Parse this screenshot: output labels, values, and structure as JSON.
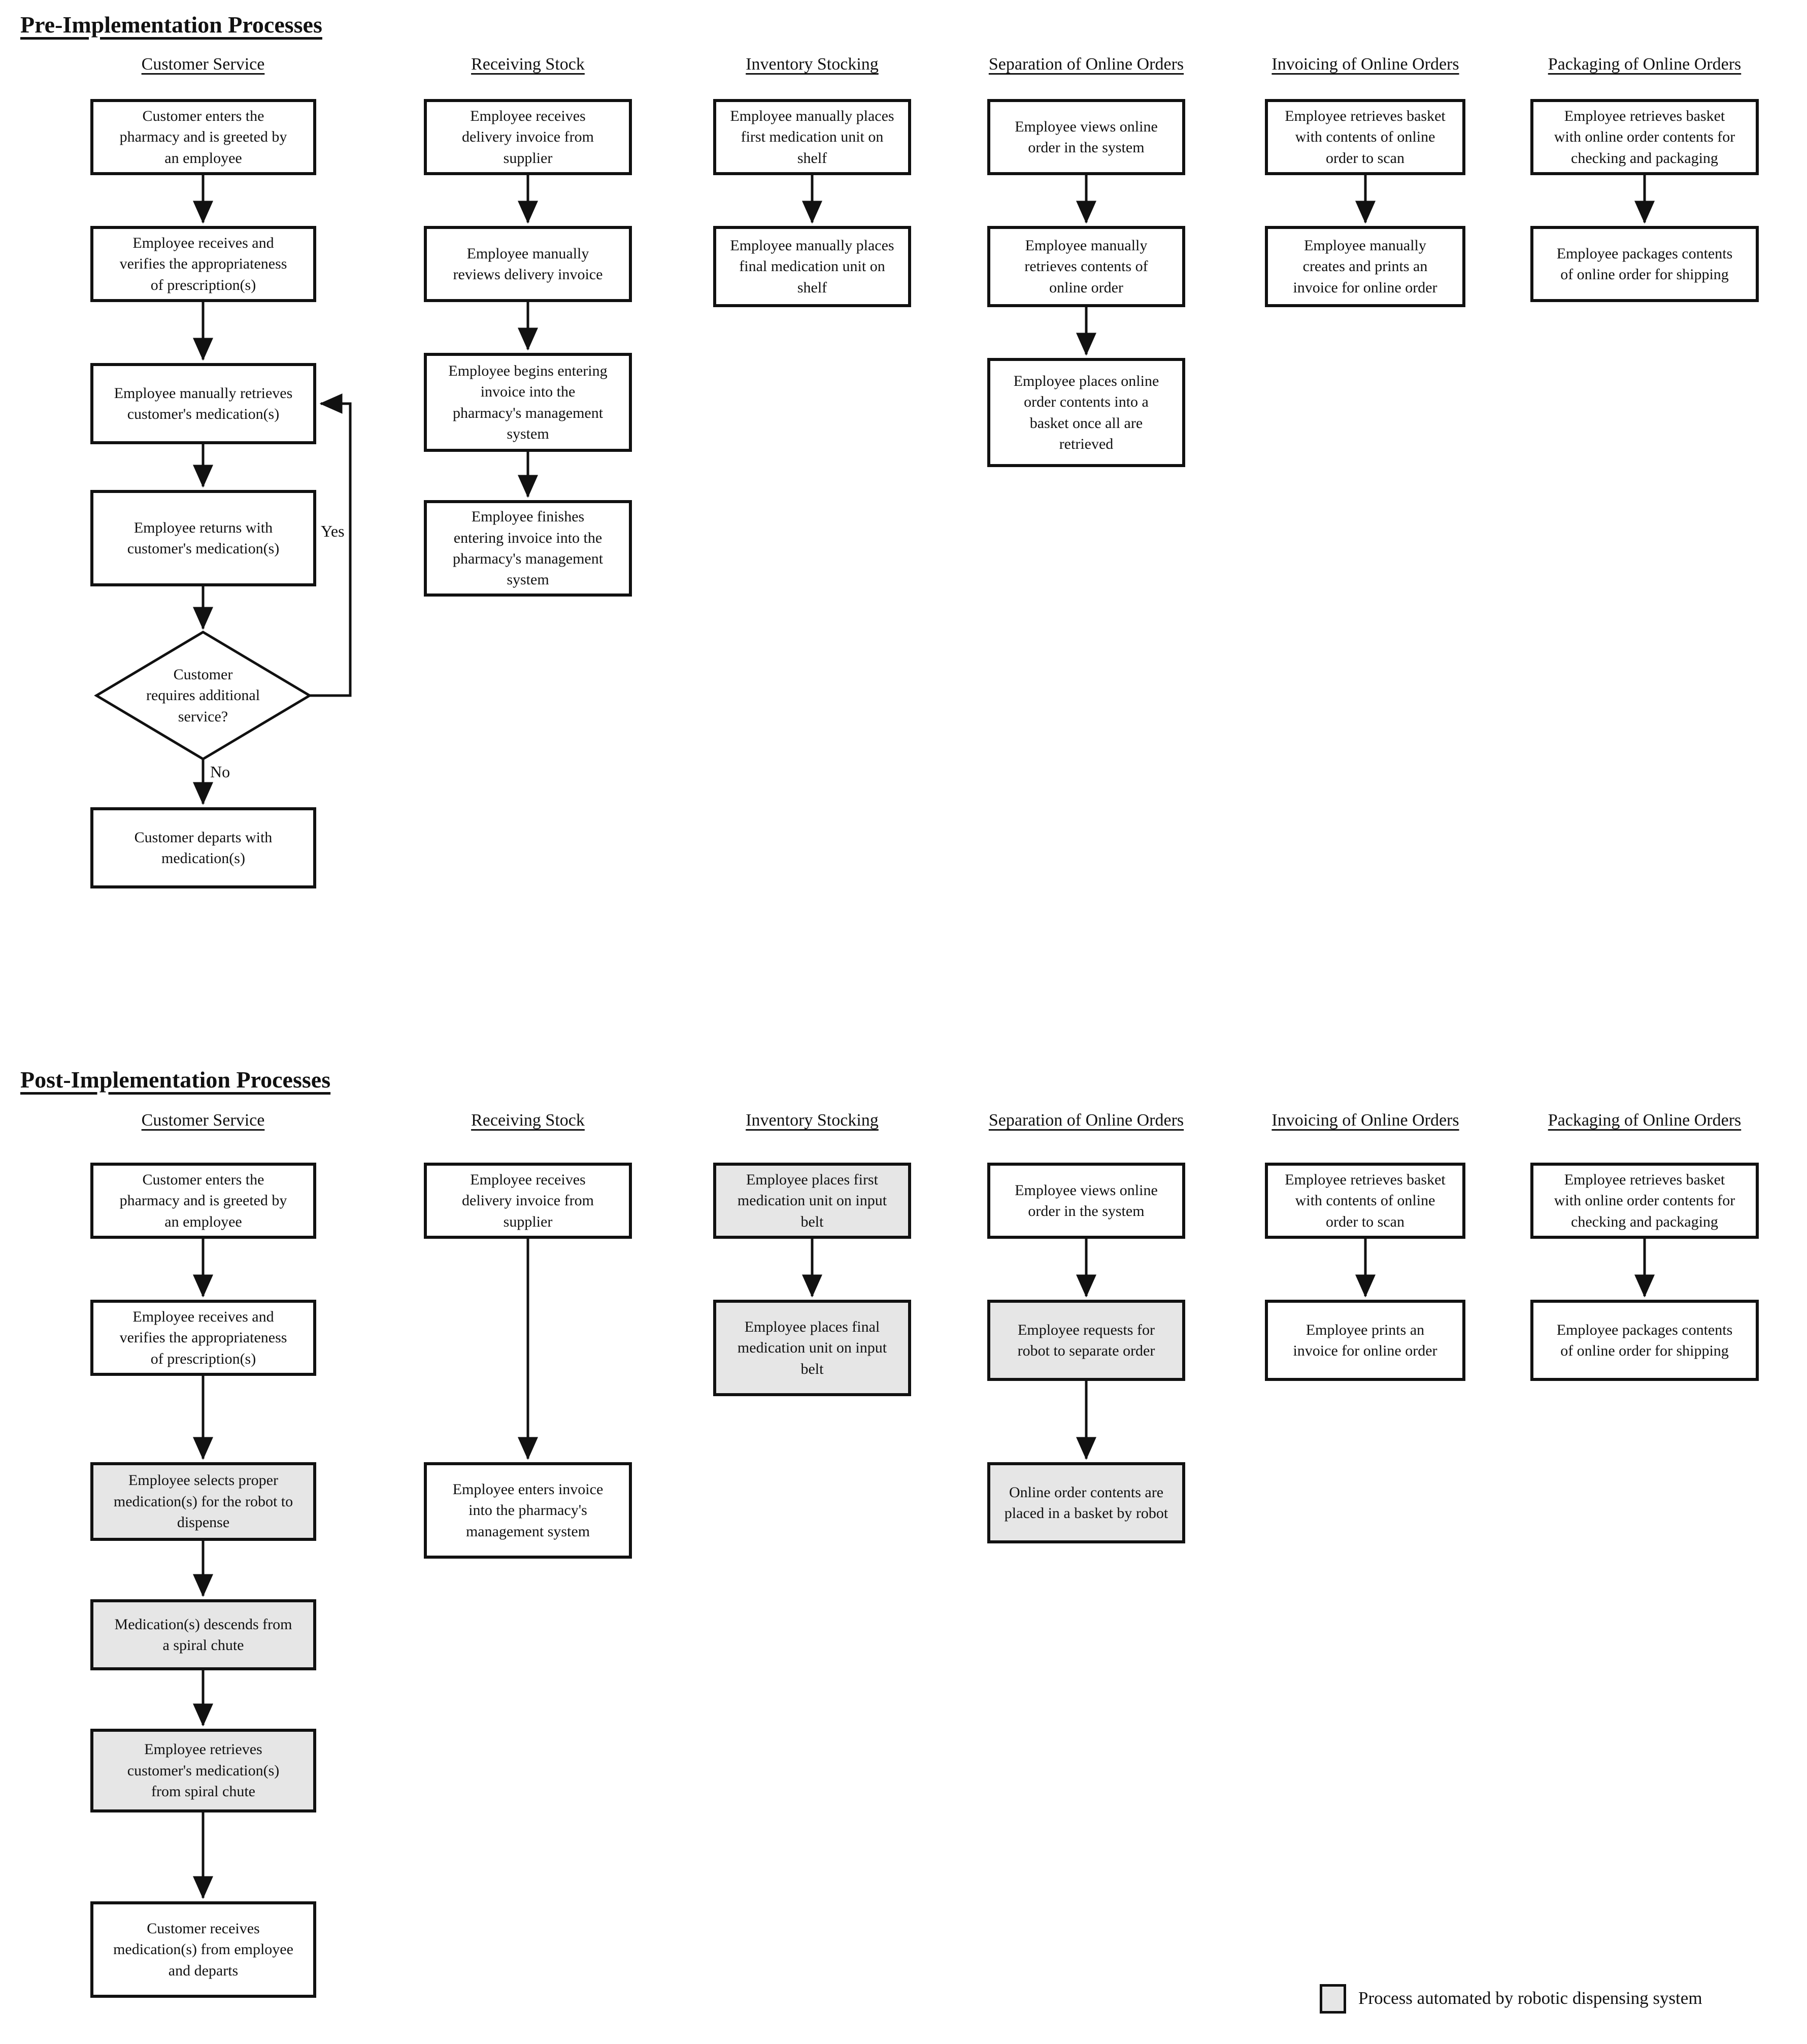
{
  "colors": {
    "automated_fill": "#e6e6e6",
    "box_fill": "#ffffff",
    "line": "#111111",
    "background": "#ffffff"
  },
  "decision_labels": {
    "yes": "Yes",
    "no": "No"
  },
  "legend": {
    "label": "Process automated by robotic dispensing system",
    "swatch_color": "#e6e6e6"
  },
  "sections": [
    {
      "title": "Pre-Implementation Processes",
      "columns": [
        {
          "header": "Customer Service",
          "boxes": [
            {
              "text": "Customer enters the\npharmacy and is greeted by\nan employee",
              "shape": "rect",
              "automated": false
            },
            {
              "text": "Employee receives and\nverifies the appropriateness\nof prescription(s)",
              "shape": "rect",
              "automated": false
            },
            {
              "text": "Employee manually retrieves\ncustomer's medication(s)",
              "shape": "rect",
              "automated": false
            },
            {
              "text": "Employee returns with\ncustomer's medication(s)",
              "shape": "rect",
              "automated": false
            },
            {
              "text": "Customer\nrequires additional\nservice?",
              "shape": "diamond",
              "automated": false
            },
            {
              "text": "Customer departs with\nmedication(s)",
              "shape": "rect",
              "automated": false
            }
          ]
        },
        {
          "header": "Receiving Stock",
          "boxes": [
            {
              "text": "Employee receives\ndelivery invoice from\nsupplier",
              "shape": "rect",
              "automated": false
            },
            {
              "text": "Employee manually\nreviews delivery invoice",
              "shape": "rect",
              "automated": false
            },
            {
              "text": "Employee begins entering\ninvoice into the\npharmacy's management\nsystem",
              "shape": "rect",
              "automated": false
            },
            {
              "text": "Employee finishes\nentering invoice into the\npharmacy's management\nsystem",
              "shape": "rect",
              "automated": false
            }
          ]
        },
        {
          "header": "Inventory Stocking",
          "boxes": [
            {
              "text": "Employee manually places\nfirst medication unit on\nshelf",
              "shape": "rect",
              "automated": false
            },
            {
              "text": "Employee manually places\nfinal medication unit on\nshelf",
              "shape": "rect",
              "automated": false
            }
          ]
        },
        {
          "header": "Separation of Online Orders",
          "boxes": [
            {
              "text": "Employee views online\norder in the system",
              "shape": "rect",
              "automated": false
            },
            {
              "text": "Employee manually\nretrieves contents of\nonline order",
              "shape": "rect",
              "automated": false
            },
            {
              "text": "Employee places online\norder contents into a\nbasket once all are\nretrieved",
              "shape": "rect",
              "automated": false
            }
          ]
        },
        {
          "header": "Invoicing of Online Orders",
          "boxes": [
            {
              "text": "Employee retrieves basket\nwith contents of online\norder to scan",
              "shape": "rect",
              "automated": false
            },
            {
              "text": "Employee manually\ncreates and prints an\ninvoice for online order",
              "shape": "rect",
              "automated": false
            }
          ]
        },
        {
          "header": "Packaging of Online Orders",
          "boxes": [
            {
              "text": "Employee retrieves basket\nwith online order contents for\nchecking and packaging",
              "shape": "rect",
              "automated": false
            },
            {
              "text": "Employee packages contents\nof online order for shipping",
              "shape": "rect",
              "automated": false
            }
          ]
        }
      ]
    },
    {
      "title": "Post-Implementation Processes",
      "columns": [
        {
          "header": "Customer Service",
          "boxes": [
            {
              "text": "Customer enters the\npharmacy and is greeted by\nan employee",
              "shape": "rect",
              "automated": false
            },
            {
              "text": "Employee receives and\nverifies the appropriateness\nof prescription(s)",
              "shape": "rect",
              "automated": false
            },
            {
              "text": "Employee selects proper\nmedication(s) for the robot to\ndispense",
              "shape": "rect",
              "automated": true
            },
            {
              "text": "Medication(s) descends from\na spiral chute",
              "shape": "rect",
              "automated": true
            },
            {
              "text": "Employee retrieves\ncustomer's medication(s)\nfrom spiral chute",
              "shape": "rect",
              "automated": true
            },
            {
              "text": "Customer receives\nmedication(s) from employee\nand departs",
              "shape": "rect",
              "automated": false
            }
          ]
        },
        {
          "header": "Receiving Stock",
          "boxes": [
            {
              "text": "Employee receives\ndelivery invoice from\nsupplier",
              "shape": "rect",
              "automated": false
            },
            {
              "text": "Employee enters invoice\ninto the pharmacy's\nmanagement system",
              "shape": "rect",
              "automated": false
            }
          ]
        },
        {
          "header": "Inventory Stocking",
          "boxes": [
            {
              "text": "Employee places first\nmedication unit on input\nbelt",
              "shape": "rect",
              "automated": true
            },
            {
              "text": "Employee places final\nmedication unit on input\nbelt",
              "shape": "rect",
              "automated": true
            }
          ]
        },
        {
          "header": "Separation of Online Orders",
          "boxes": [
            {
              "text": "Employee views online\norder in the system",
              "shape": "rect",
              "automated": false
            },
            {
              "text": "Employee requests for\nrobot to separate order",
              "shape": "rect",
              "automated": true
            },
            {
              "text": "Online order contents are\nplaced in a basket by robot",
              "shape": "rect",
              "automated": true
            }
          ]
        },
        {
          "header": "Invoicing of Online Orders",
          "boxes": [
            {
              "text": "Employee retrieves basket\nwith contents of online\norder to scan",
              "shape": "rect",
              "automated": false
            },
            {
              "text": "Employee prints an\ninvoice for online order",
              "shape": "rect",
              "automated": false
            }
          ]
        },
        {
          "header": "Packaging of Online Orders",
          "boxes": [
            {
              "text": "Employee retrieves basket\nwith online order contents for\nchecking and packaging",
              "shape": "rect",
              "automated": false
            },
            {
              "text": "Employee packages contents\nof online order for shipping",
              "shape": "rect",
              "automated": false
            }
          ]
        }
      ]
    }
  ]
}
